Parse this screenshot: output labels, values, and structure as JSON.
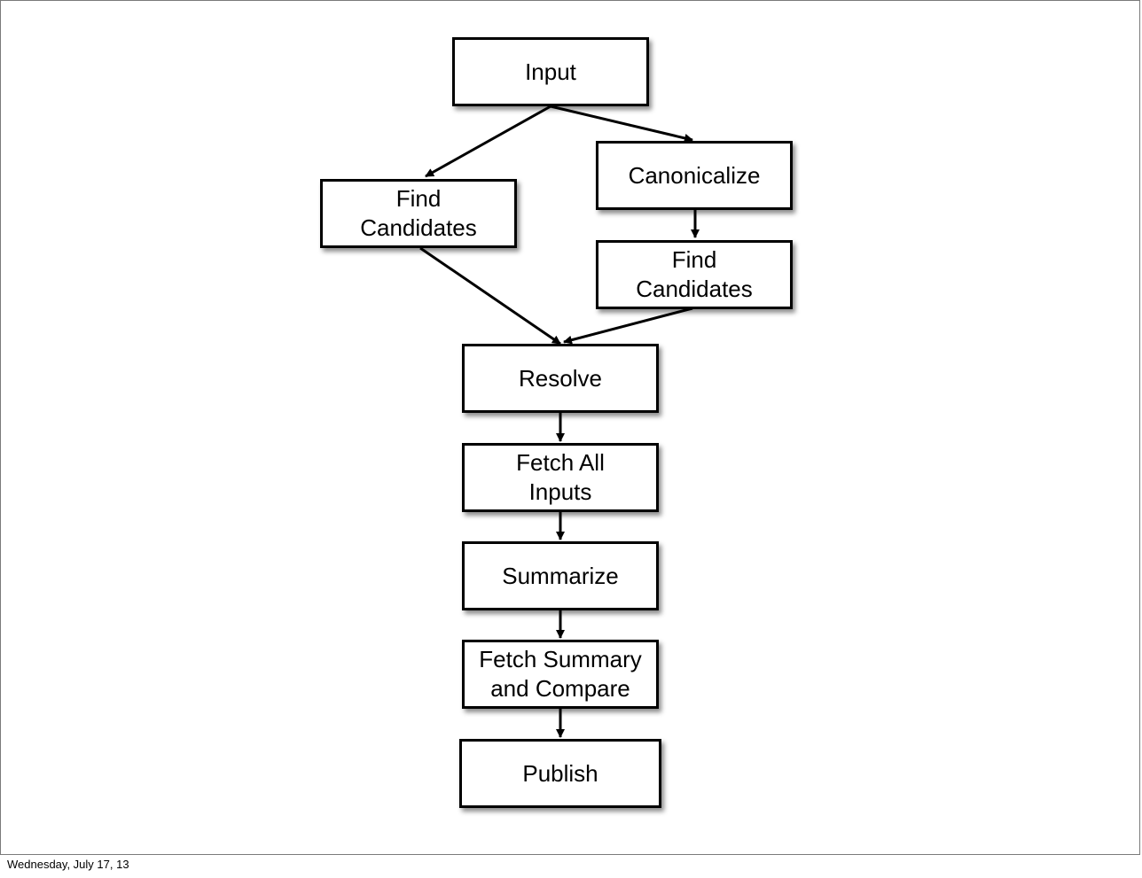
{
  "diagram": {
    "nodes": {
      "input": "Input",
      "find_candidates_left": "Find\nCandidates",
      "canonicalize": "Canonicalize",
      "find_candidates_right": "Find\nCandidates",
      "resolve": "Resolve",
      "fetch_all_inputs": "Fetch All\nInputs",
      "summarize": "Summarize",
      "fetch_summary_compare": "Fetch Summary\nand Compare",
      "publish": "Publish"
    },
    "edges": [
      {
        "from": "input",
        "to": "find_candidates_left"
      },
      {
        "from": "input",
        "to": "canonicalize"
      },
      {
        "from": "canonicalize",
        "to": "find_candidates_right"
      },
      {
        "from": "find_candidates_left",
        "to": "resolve"
      },
      {
        "from": "find_candidates_right",
        "to": "resolve"
      },
      {
        "from": "resolve",
        "to": "fetch_all_inputs"
      },
      {
        "from": "fetch_all_inputs",
        "to": "summarize"
      },
      {
        "from": "summarize",
        "to": "fetch_summary_compare"
      },
      {
        "from": "fetch_summary_compare",
        "to": "publish"
      }
    ]
  },
  "footer": {
    "date": "Wednesday, July 17, 13"
  },
  "colors": {
    "stroke": "#000000",
    "node_fill": "#ffffff",
    "slide_border": "#7a7a7a"
  }
}
